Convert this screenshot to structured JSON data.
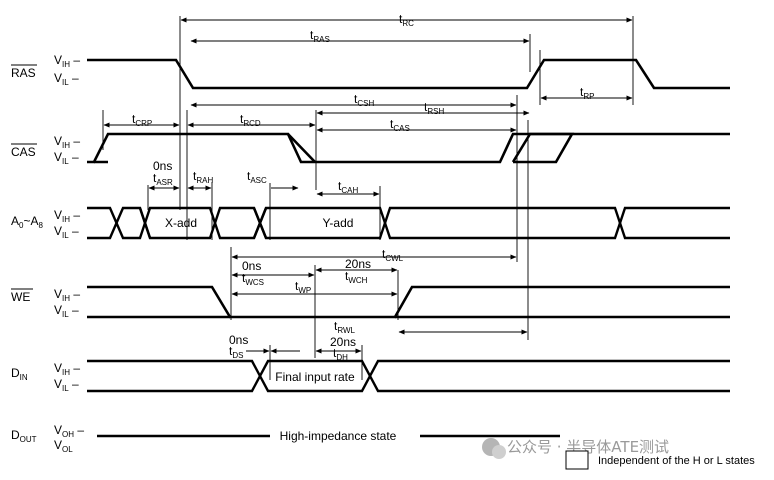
{
  "signals": {
    "ras": {
      "name": "RAS",
      "hi": "V",
      "hi_sub": "IH",
      "lo": "V",
      "lo_sub": "IL"
    },
    "cas": {
      "name": "CAS",
      "hi": "V",
      "hi_sub": "IH",
      "lo": "V",
      "lo_sub": "IL"
    },
    "addr": {
      "name_a": "A",
      "name_a_sub": "0",
      "name_sep": "~A",
      "name_b_sub": "8",
      "hi": "V",
      "hi_sub": "IH",
      "lo": "V",
      "lo_sub": "IL"
    },
    "we": {
      "name": "WE",
      "hi": "V",
      "hi_sub": "IH",
      "lo": "V",
      "lo_sub": "IL"
    },
    "din": {
      "name": "D",
      "name_sub": "IN",
      "hi": "V",
      "hi_sub": "IH",
      "lo": "V",
      "lo_sub": "IL"
    },
    "dout": {
      "name": "D",
      "name_sub": "OUT",
      "hi": "V",
      "hi_sub": "OH",
      "lo": "V",
      "lo_sub": "OL"
    }
  },
  "dash": "–",
  "buses": {
    "x_add": "X-add",
    "y_add": "Y-add",
    "final_input": "Final input rate",
    "high_z": "High-impedance state"
  },
  "timing": {
    "t_rc": {
      "t": "t",
      "sub": "RC"
    },
    "t_ras": {
      "t": "t",
      "sub": "RAS"
    },
    "t_csh": {
      "t": "t",
      "sub": "CSH"
    },
    "t_rsh": {
      "t": "t",
      "sub": "RSH"
    },
    "t_rp": {
      "t": "t",
      "sub": "RP"
    },
    "t_crp": {
      "t": "t",
      "sub": "CRP"
    },
    "t_rcd": {
      "t": "t",
      "sub": "RCD"
    },
    "t_cas": {
      "t": "t",
      "sub": "CAS"
    },
    "t_asr": {
      "pre": "0ns",
      "t": "t",
      "sub": "ASR"
    },
    "t_rah": {
      "t": "t",
      "sub": "RAH"
    },
    "t_asc": {
      "t": "t",
      "sub": "ASC"
    },
    "t_cah": {
      "t": "t",
      "sub": "CAH"
    },
    "t_cwl": {
      "t": "t",
      "sub": "CWL"
    },
    "t_wcs": {
      "pre": "0ns",
      "t": "t",
      "sub": "WCS"
    },
    "t_wch": {
      "pre": "20ns",
      "t": "t",
      "sub": "WCH"
    },
    "t_wp": {
      "t": "t",
      "sub": "WP"
    },
    "t_rwl": {
      "t": "t",
      "sub": "RWL"
    },
    "t_ds": {
      "pre": "0ns",
      "t": "t",
      "sub": "DS"
    },
    "t_dh": {
      "pre": "20ns",
      "t": "t",
      "sub": "DH"
    }
  },
  "legend": {
    "text": "Independent of the H or L states"
  },
  "watermark": {
    "text": "公众号 · 半导体ATE测试"
  }
}
